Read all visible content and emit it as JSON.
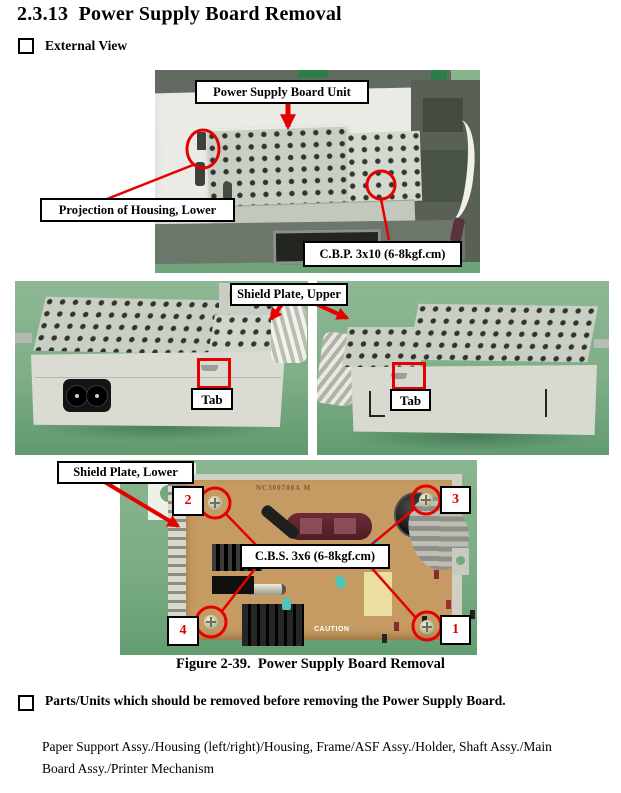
{
  "page": {
    "title": "2.3.13  Power Supply Board Removal",
    "external_view_heading": "External View",
    "caption": "Figure 2-39.  Power Supply Board Removal",
    "parts_heading": "Parts/Units which should be removed before removing the Power Supply Board.",
    "parts_list": "Paper Support Assy./Housing (left/right)/Housing, Frame/ASF Assy./Holder, Shaft Assy./Main Board Assy./Printer Mechanism"
  },
  "figure": {
    "photo1": {
      "psu_unit_label": "Power Supply Board Unit",
      "projection_label": "Projection of Housing, Lower",
      "screw_label": "C.B.P. 3x10 (6-8kgf.cm)"
    },
    "photo2": {
      "shield_upper_label": "Shield Plate, Upper",
      "tab_left_label": "Tab",
      "tab_right_label": "Tab"
    },
    "photo3": {
      "shield_lower_label": "Shield Plate, Lower",
      "screw_label": "C.B.S. 3x6 (6-8kgf.cm)",
      "screw_numbers": {
        "n1": "1",
        "n2": "2",
        "n3": "3",
        "n4": "4"
      },
      "board_caution_text": "CAUTION",
      "board_silkscreen": "NC300700A M"
    },
    "colors": {
      "annotation_red": "#e60000",
      "photo_background_green": "#7fae87",
      "shield_gray": "#c9cfc5",
      "pcb_tan": "#c59b63"
    }
  }
}
